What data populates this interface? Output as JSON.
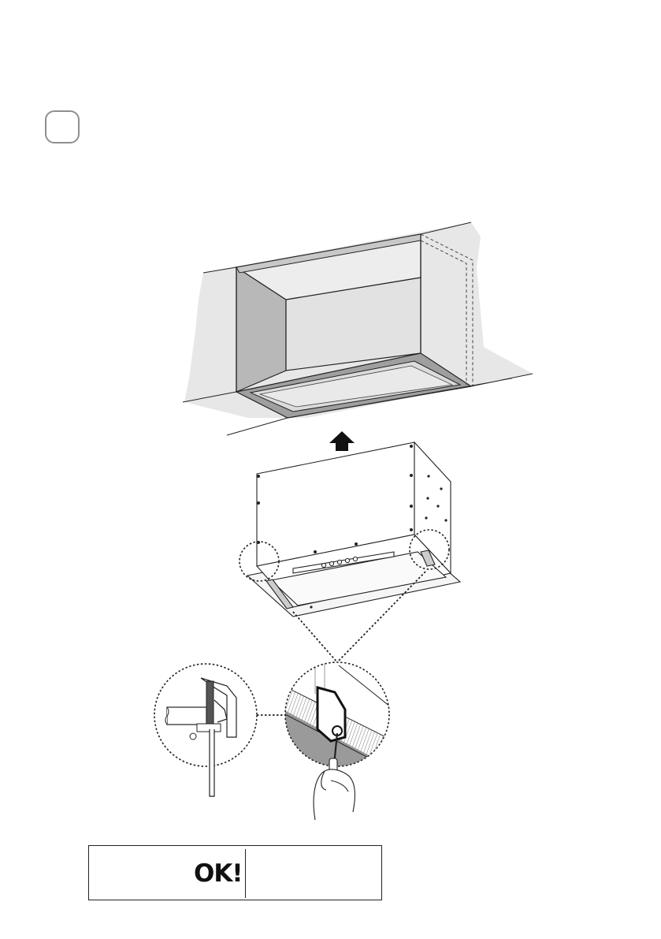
{
  "step": {
    "number": ""
  },
  "warning": {
    "ok_text": "OK!",
    "note": "",
    "icons": [
      "person-crossed-icon",
      "two-persons-icon"
    ]
  },
  "figure": {
    "parts": [
      "wall-cabinet",
      "cooker-hood",
      "upward-arrow-icon",
      "detail-bracket-left",
      "detail-bracket-screwdriver",
      "hand-with-screwdriver"
    ]
  }
}
